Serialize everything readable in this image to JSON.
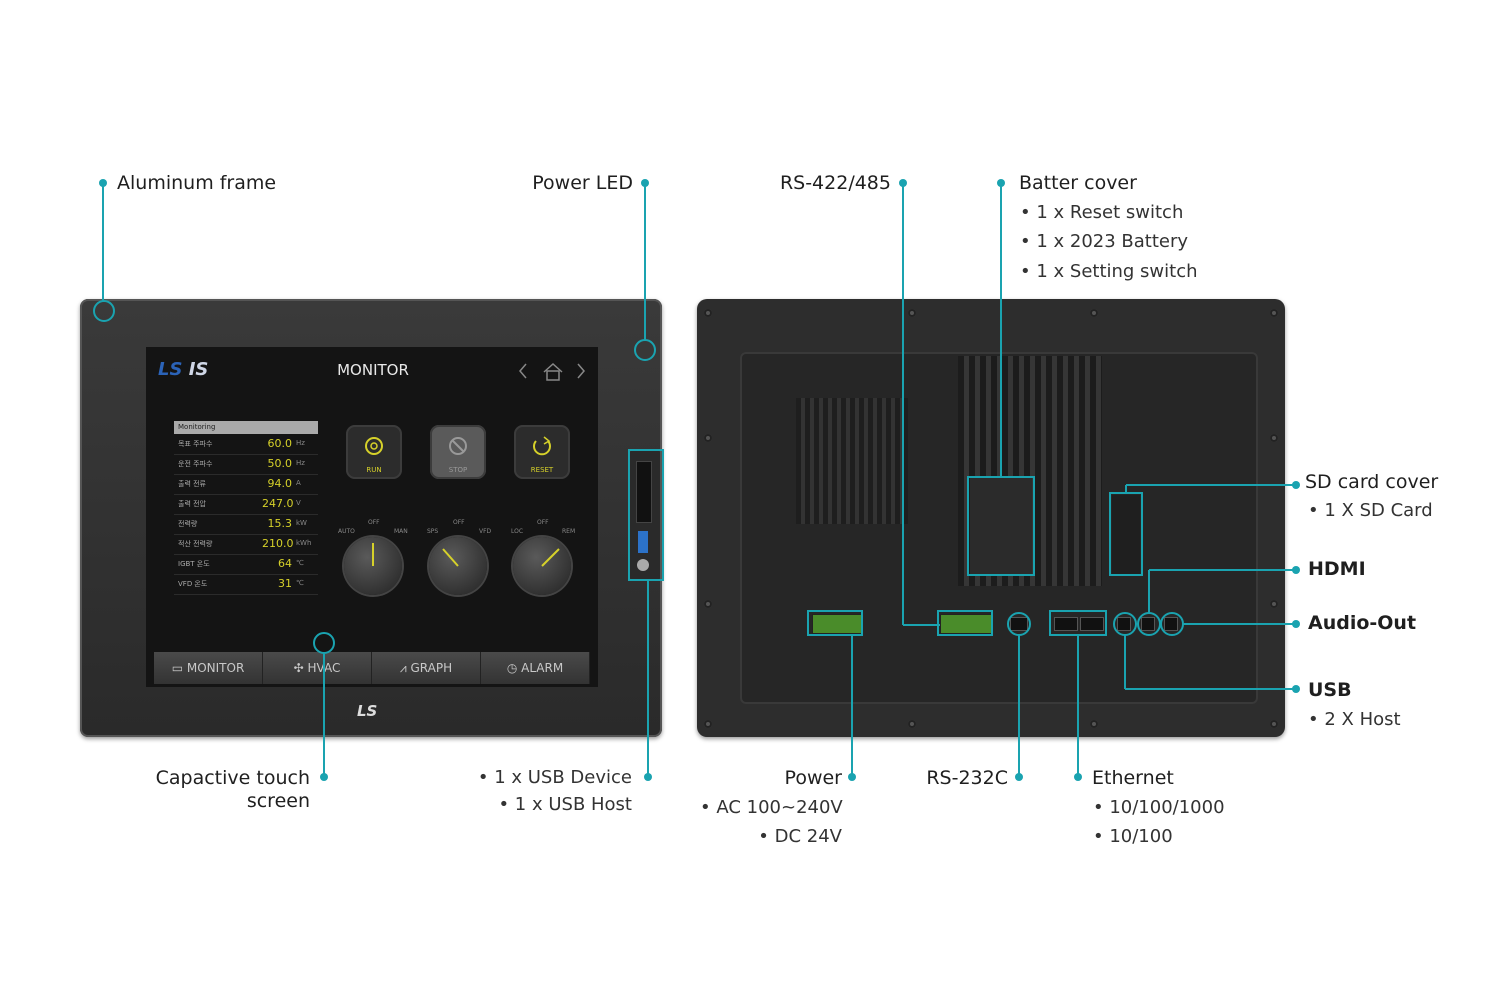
{
  "front_labels": {
    "aluminum_frame": "Aluminum frame",
    "power_led": "Power LED",
    "capacitive_line1": "Capactive touch",
    "capacitive_line2": "screen",
    "usb_device": "• 1 x USB Device",
    "usb_host": "• 1 x USB Host"
  },
  "back_labels": {
    "rs422": "RS-422/485",
    "batter_cover": "Batter cover",
    "batter_items": [
      "• 1 x Reset switch",
      "• 1 x 2023 Battery",
      "• 1 x Setting switch"
    ],
    "sd_card_cover": "SD card cover",
    "sd_card_item": "• 1 X SD Card",
    "hdmi": "HDMI",
    "audio_out": "Audio-Out",
    "usb": "USB",
    "usb_item": "• 2 X Host",
    "power": "Power",
    "power_items": [
      "• AC 100~240V",
      "• DC 24V"
    ],
    "rs232c": "RS-232C",
    "ethernet": "Ethernet",
    "ethernet_items": [
      "• 10/100/1000",
      "• 10/100"
    ]
  },
  "screen": {
    "logo_main": "LS",
    "logo_sub": "IS",
    "title": "MONITOR",
    "monitoring_header": "Monitoring",
    "rows": [
      {
        "key": "목표 주파수",
        "value": "60.0",
        "unit": "Hz"
      },
      {
        "key": "운전 주파수",
        "value": "50.0",
        "unit": "Hz"
      },
      {
        "key": "출력 전류",
        "value": "94.0",
        "unit": "A"
      },
      {
        "key": "출력 전압",
        "value": "247.0",
        "unit": "V"
      },
      {
        "key": "전력량",
        "value": "15.3",
        "unit": "kW"
      },
      {
        "key": "적산 전력량",
        "value": "210.0",
        "unit": "kWh"
      },
      {
        "key": "IGBT 온도",
        "value": "64",
        "unit": "℃"
      },
      {
        "key": "VFD 온도",
        "value": "31",
        "unit": "℃"
      }
    ],
    "buttons": [
      "RUN",
      "STOP",
      "RESET"
    ],
    "knob_labels": [
      [
        "AUTO",
        "OFF",
        "MAN"
      ],
      [
        "SPS",
        "OFF",
        "VFD"
      ],
      [
        "LOC",
        "OFF",
        "REM"
      ]
    ],
    "tabs": [
      "MONITOR",
      "HVAC",
      "GRAPH",
      "ALARM"
    ],
    "bezel_logo": "LS"
  },
  "accent_color": "#1aa3b0"
}
